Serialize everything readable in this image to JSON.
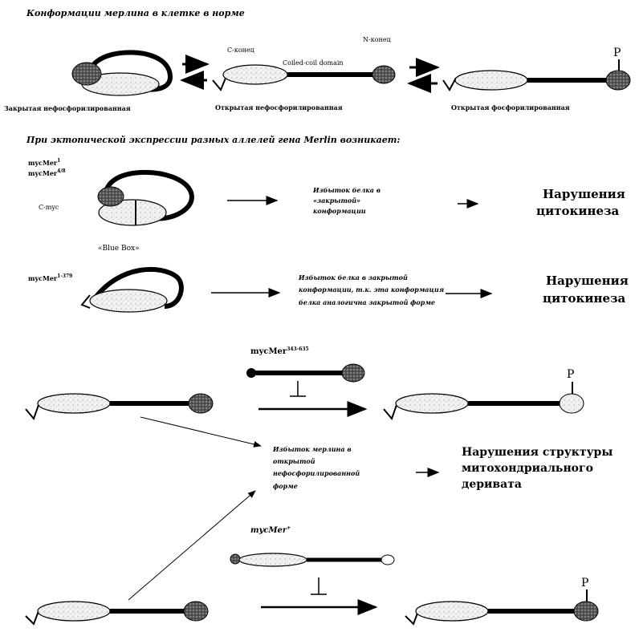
{
  "heading_normal": "Конформации мерлина в клетке в норме",
  "heading_ectopic": "При эктопической экспрессии разных аллелей гена Merlin возникает:",
  "top_row": {
    "label_closed_nonphos": "Закрытая нефосфорилированная",
    "label_open_nonphos": "Открытая нефосфорилированная",
    "label_open_phos": "Открытая фосфорилированная",
    "c_end": "С-конец",
    "n_end": "N-конец",
    "coiled_coil": "Coiled-coil domain",
    "p_label": "P"
  },
  "row2": {
    "allele_1_base": "mycMer",
    "allele_1_sup": "1",
    "allele_2_base": "mycMer",
    "allele_2_sup": "4/8",
    "c_myc": "С-myc",
    "blue_box": "«Blue Box»",
    "desc_line1": "Избыток белка в",
    "desc_line2": "«закрытой»",
    "desc_line3": "конформации",
    "result_line1": "Нарушения",
    "result_line2": "цитокинеза"
  },
  "row3": {
    "allele_base": "mycMer",
    "allele_sup": "1-379",
    "desc_line1": "Избыток белка в закрытой",
    "desc_line2": "конформации, т.к. эта конформация",
    "desc_line3": "белка аналогична закрытой форме",
    "result_line1": "Нарушения",
    "result_line2": "цитокинеза"
  },
  "row4": {
    "allele_top_base": "mycMer",
    "allele_top_sup": "343-635",
    "p_label": "P",
    "desc_line1": "Избыток мерлина в",
    "desc_line2": "открытой",
    "desc_line3": "нефосфорилированной",
    "desc_line4": "форме",
    "result_line1": "Нарушения структуры",
    "result_line2": "митохондриального",
    "result_line3": "деривата",
    "allele_bottom_base": "mycMer",
    "allele_bottom_sup": "+",
    "p_label_bottom": "P"
  }
}
